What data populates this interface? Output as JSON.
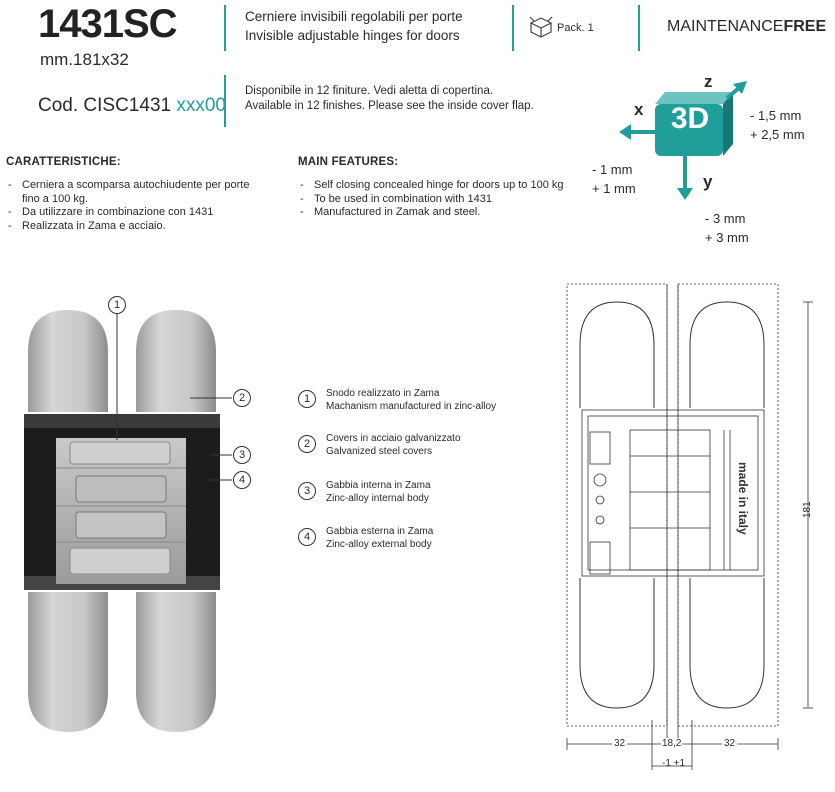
{
  "header": {
    "code": "1431SC",
    "dims": "mm.181x32",
    "cod_prefix": "Cod. CISC1431",
    "cod_suffix": "xxx00",
    "title_it": "Cerniere invisibili regolabili per porte",
    "title_en": "Invisible adjustable hinges for doors",
    "finish_it": "Disponibile in 12 finiture. Vedi aletta di copertina.",
    "finish_en": "Available in 12 finishes. Please see the inside cover flap.",
    "pack": "Pack. 1",
    "mf_normal": "MAINTENANCE",
    "mf_bold": "FREE"
  },
  "adjust": {
    "badge": "3D",
    "x_label": "x",
    "y_label": "y",
    "z_label": "z",
    "z_values": [
      "- 1,5 mm",
      "+ 2,5 mm"
    ],
    "x_values": [
      "- 1 mm",
      "+ 1 mm"
    ],
    "y_values": [
      "- 3 mm",
      "+ 3 mm"
    ],
    "colors": {
      "teal": "#1f9e9a"
    }
  },
  "features_it": {
    "title": "CARATTERISTICHE:",
    "items": [
      "Cerniera a scomparsa autochiudente per porte fino a 100 kg.",
      "Da utilizzare in combinazione con 1431",
      "Realizzata in Zama e acciaio."
    ]
  },
  "features_en": {
    "title": "MAIN FEATURES:",
    "items": [
      "Self closing concealed hinge for doors up to 100 kg",
      "To be used in combination with 1431",
      "Manufactured in Zamak and steel."
    ]
  },
  "legend": [
    {
      "num": "1",
      "it": "Snodo realizzato in Zama",
      "en": "Machanism manufactured in zinc-alloy"
    },
    {
      "num": "2",
      "it": "Covers in acciaio galvanizzato",
      "en": "Galvanized steel covers"
    },
    {
      "num": "3",
      "it": "Gabbia interna in Zama",
      "en": "Zinc-alloy internal body"
    },
    {
      "num": "4",
      "it": "Gabbia esterna in Zama",
      "en": "Zinc-alloy external body"
    }
  ],
  "callouts": [
    "1",
    "2",
    "3",
    "4"
  ],
  "drawing": {
    "stamp": "made in italy",
    "height": "181",
    "w_left": "32",
    "w_mid": "18,2",
    "w_right": "32",
    "tol": "-1 +1"
  }
}
